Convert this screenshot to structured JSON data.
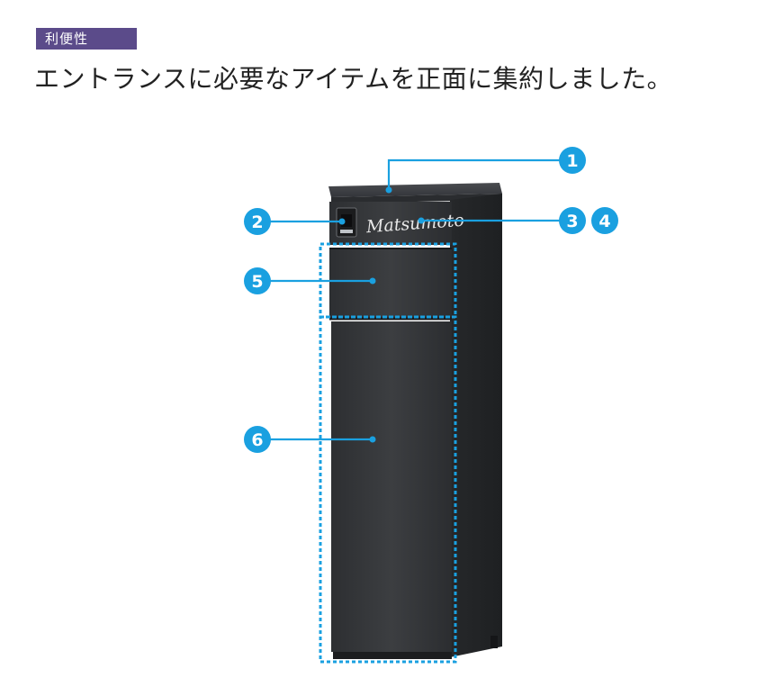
{
  "tag": {
    "label": "利便性"
  },
  "headline": {
    "text": "エントランスに必要なアイテムを正面に集約しました。"
  },
  "product": {
    "nameplate_text": "Matsumoto"
  },
  "callouts": [
    {
      "number": "1"
    },
    {
      "number": "2"
    },
    {
      "number": "3"
    },
    {
      "number": "4"
    },
    {
      "number": "5"
    },
    {
      "number": "6"
    }
  ],
  "colors": {
    "accent": "#1aa0e0",
    "tag_bg": "#5b4b8a",
    "unit_body": "#3a3c3f"
  }
}
